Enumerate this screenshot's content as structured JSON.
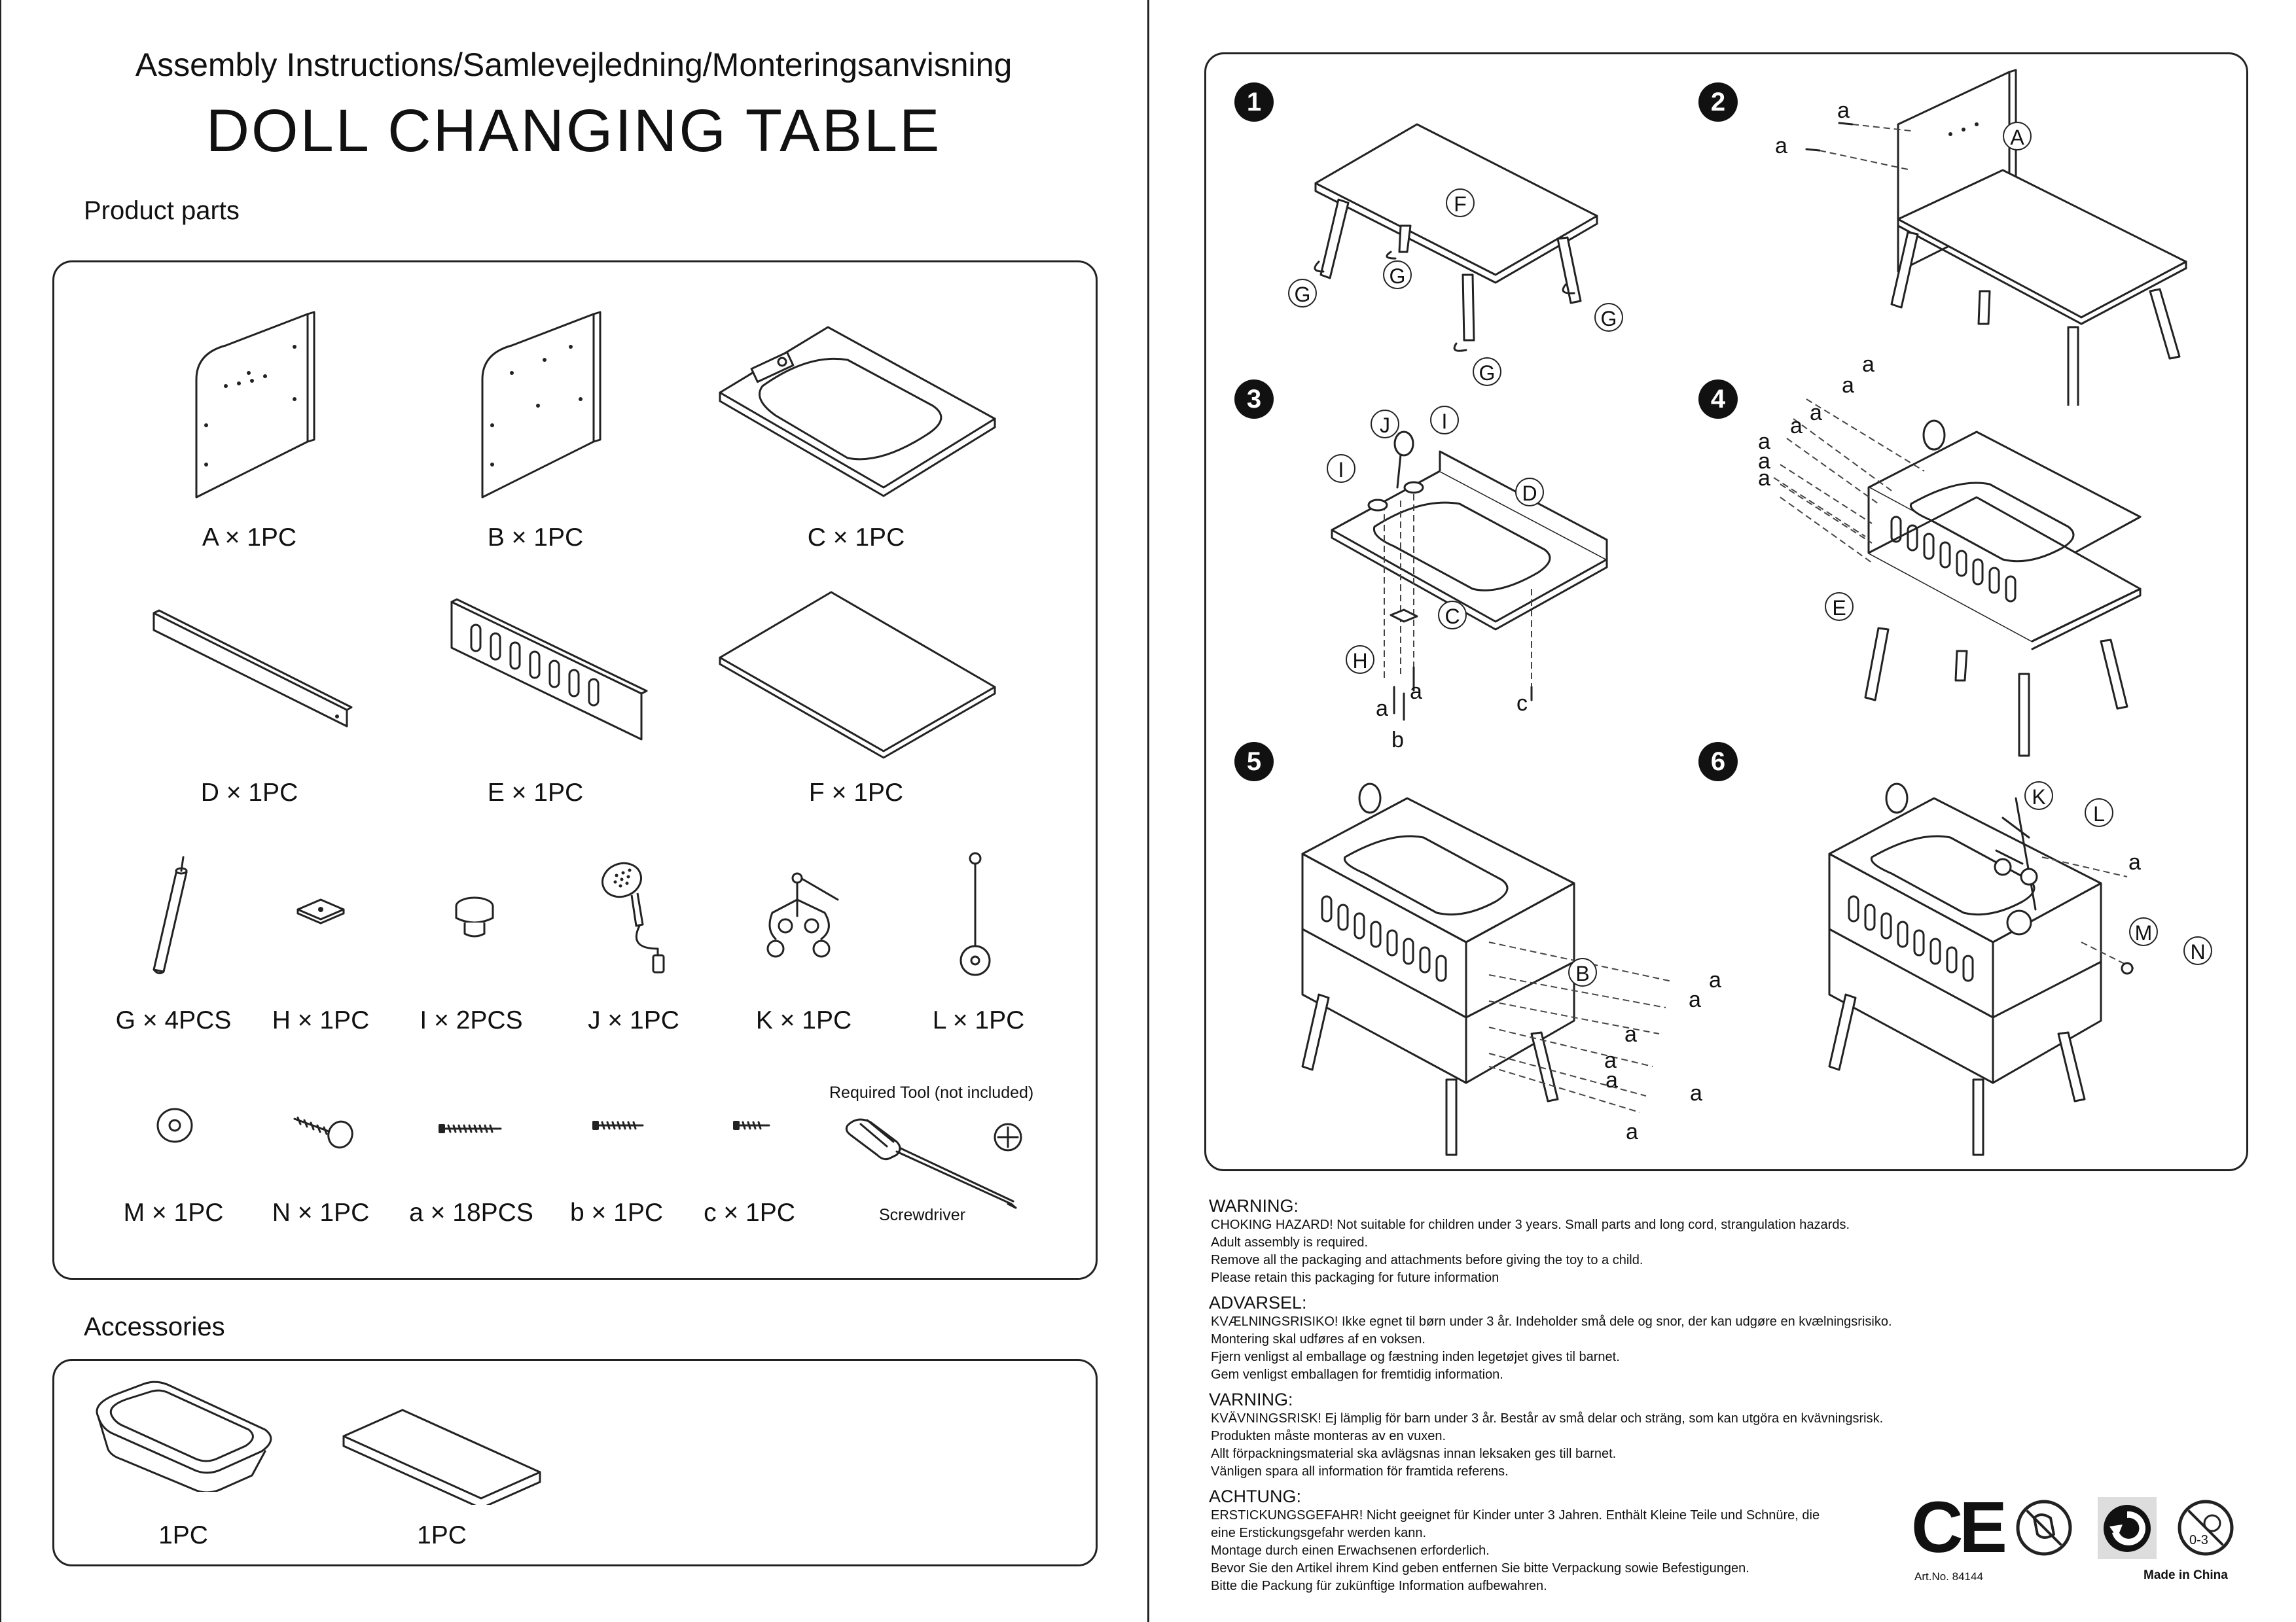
{
  "header": {
    "line1": "Assembly Instructions/Samlevejledning/Monteringsanvisning",
    "title": "DOLL CHANGING TABLE"
  },
  "sections": {
    "parts": "Product parts",
    "accessories": "Accessories"
  },
  "parts": [
    {
      "id": "A",
      "label": "A × 1PC",
      "icon": "panel-a"
    },
    {
      "id": "B",
      "label": "B × 1PC",
      "icon": "panel-b"
    },
    {
      "id": "C",
      "label": "C × 1PC",
      "icon": "sink-board"
    },
    {
      "id": "D",
      "label": "D × 1PC",
      "icon": "rail"
    },
    {
      "id": "E",
      "label": "E × 1PC",
      "icon": "slotted-rail"
    },
    {
      "id": "F",
      "label": "F × 1PC",
      "icon": "base-board"
    },
    {
      "id": "G",
      "label": "G × 4PCS",
      "icon": "leg"
    },
    {
      "id": "H",
      "label": "H × 1PC",
      "icon": "plate"
    },
    {
      "id": "I",
      "label": "I × 2PCS",
      "icon": "knob"
    },
    {
      "id": "J",
      "label": "J × 1PC",
      "icon": "shower-head"
    },
    {
      "id": "K",
      "label": "K × 1PC",
      "icon": "mobile"
    },
    {
      "id": "L",
      "label": "L × 1PC",
      "icon": "rod"
    },
    {
      "id": "M",
      "label": "M × 1PC",
      "icon": "washer"
    },
    {
      "id": "N",
      "label": "N × 1PC",
      "icon": "bolt"
    },
    {
      "id": "a",
      "label": "a × 18PCS",
      "icon": "screw-long"
    },
    {
      "id": "b",
      "label": "b × 1PC",
      "icon": "screw-medium"
    },
    {
      "id": "c",
      "label": "c × 1PC",
      "icon": "screw-short"
    }
  ],
  "tool": {
    "required": "Required Tool (not included)",
    "name": "Screwdriver"
  },
  "accessories": [
    {
      "label": "1PC",
      "icon": "tub"
    },
    {
      "label": "1PC",
      "icon": "mat"
    }
  ],
  "steps": [
    "1",
    "2",
    "3",
    "4",
    "5",
    "6"
  ],
  "callouts": {
    "s1": [
      "F",
      "G",
      "G",
      "G",
      "G"
    ],
    "s2": [
      "A",
      "a",
      "a"
    ],
    "s3": [
      "J",
      "I",
      "I",
      "D",
      "C",
      "H",
      "a",
      "a",
      "b",
      "c"
    ],
    "s4": [
      "a",
      "a",
      "a",
      "a",
      "a",
      "a",
      "a",
      "E"
    ],
    "s5": [
      "B",
      "a",
      "a",
      "a",
      "a",
      "a",
      "a",
      "a"
    ],
    "s6": [
      "K",
      "L",
      "a",
      "M",
      "N"
    ]
  },
  "warnings": [
    {
      "heading": "WARNING:",
      "lines": [
        "CHOKING HAZARD! Not suitable for children under 3 years. Small parts and long cord, strangulation hazards.",
        "Adult assembly is required.",
        "Remove all the packaging and attachments before giving the toy to a child.",
        "Please retain this packaging for future information"
      ]
    },
    {
      "heading": "ADVARSEL:",
      "lines": [
        "KVÆLNINGSRISIKO! Ikke egnet til børn under 3 år. Indeholder små dele og snor, der kan udgøre en kvælningsrisiko.",
        "Montering skal udføres af en voksen.",
        "Fjern venligst al emballage og fæstning inden legetøjet gives til barnet.",
        "Gem venligst emballagen for fremtidig information."
      ]
    },
    {
      "heading": "VARNING:",
      "lines": [
        "KVÄVNINGSRISK! Ej lämplig för barn under 3 år. Består av små delar och sträng, som kan utgöra en kvävningsrisk.",
        "Produkten måste monteras av en vuxen.",
        "Allt förpackningsmaterial ska avlägsnas innan leksaken ges till barnet.",
        "Vänligen spara all information för framtida referens."
      ]
    },
    {
      "heading": "ACHTUNG:",
      "lines": [
        "ERSTICKUNGSGEFAHR! Nicht geeignet für Kinder unter 3 Jahren. Enthält Kleine Teile und Schnüre, die",
        "eine Erstickungsgefahr werden kann.",
        "Montage durch einen Erwachsenen erforderlich.",
        "Bevor Sie den Artikel ihrem Kind geben entfernen Sie bitte Verpackung sowie Befestigungen.",
        "Bitte die Packung für zukünftige Information aufbewahren."
      ]
    }
  ],
  "symbols": {
    "ce": "CE",
    "age": "0-3",
    "art_no": "Art.No. 84144",
    "made_in": "Made in China"
  }
}
